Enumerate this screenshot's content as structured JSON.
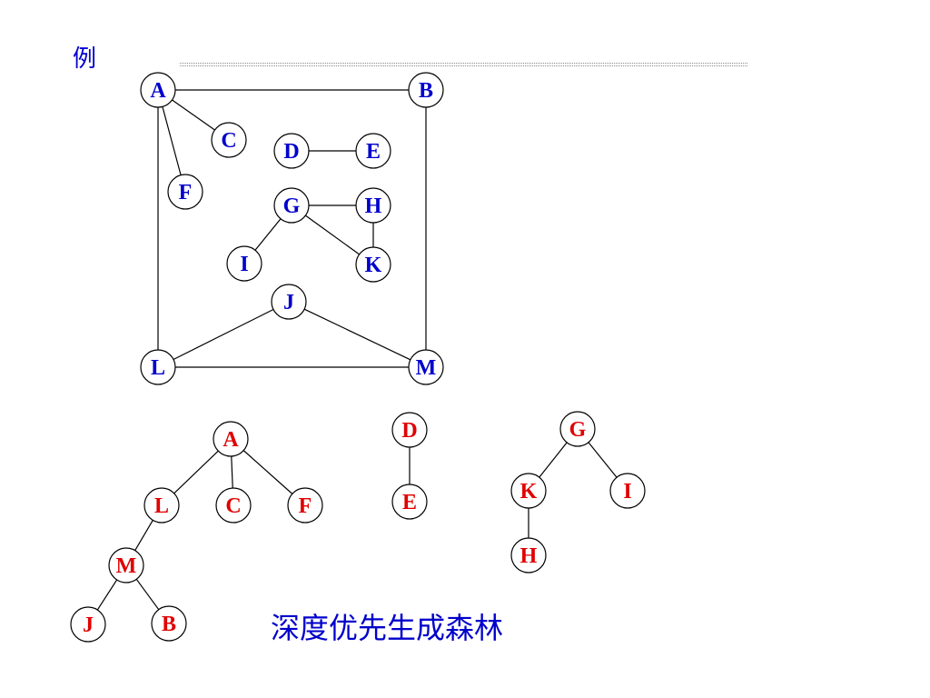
{
  "label": "例",
  "caption": "深度优先生成森林",
  "colors": {
    "graph_text": "#0000cc",
    "forest_text": "#e00000"
  },
  "graph": {
    "nodes": [
      "A",
      "B",
      "C",
      "D",
      "E",
      "F",
      "G",
      "H",
      "I",
      "K",
      "J",
      "L",
      "M"
    ],
    "edges": [
      [
        "A",
        "B"
      ],
      [
        "A",
        "C"
      ],
      [
        "A",
        "F"
      ],
      [
        "A",
        "L"
      ],
      [
        "B",
        "M"
      ],
      [
        "D",
        "E"
      ],
      [
        "G",
        "H"
      ],
      [
        "G",
        "I"
      ],
      [
        "G",
        "K"
      ],
      [
        "H",
        "K"
      ],
      [
        "J",
        "L"
      ],
      [
        "J",
        "M"
      ],
      [
        "L",
        "M"
      ]
    ]
  },
  "forest": {
    "trees": [
      {
        "nodes": [
          "A",
          "L",
          "C",
          "F",
          "M",
          "J",
          "B"
        ],
        "edges": [
          [
            "A",
            "L"
          ],
          [
            "A",
            "C"
          ],
          [
            "A",
            "F"
          ],
          [
            "L",
            "M"
          ],
          [
            "M",
            "J"
          ],
          [
            "M",
            "B"
          ]
        ]
      },
      {
        "nodes": [
          "D",
          "E"
        ],
        "edges": [
          [
            "D",
            "E"
          ]
        ]
      },
      {
        "nodes": [
          "G",
          "K",
          "I",
          "H"
        ],
        "edges": [
          [
            "G",
            "K"
          ],
          [
            "G",
            "I"
          ],
          [
            "K",
            "H"
          ]
        ]
      }
    ]
  }
}
